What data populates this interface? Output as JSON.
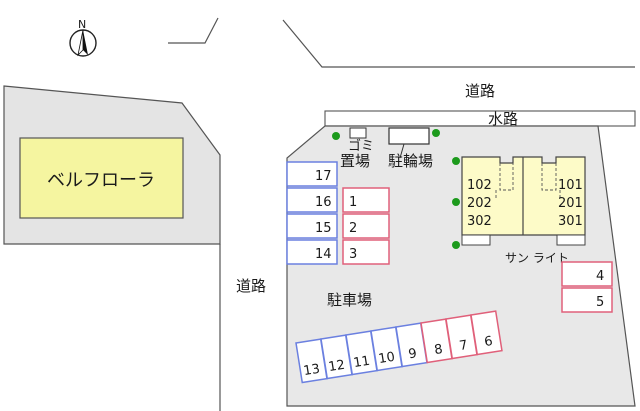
{
  "compass": {
    "label": "N",
    "icon": "north-arrow-icon"
  },
  "roads": {
    "top_road": "道路",
    "waterway": "水路",
    "left_road": "道路"
  },
  "neighbor_building": {
    "name": "ベルフローラ",
    "fill_color": "#f5f5a0"
  },
  "lot": {
    "parking_label": "駐車場"
  },
  "facilities": {
    "garbage_label_line1": "ゴミ",
    "garbage_label_line2": "置場",
    "bicycle_label": "駐輪場"
  },
  "building": {
    "name": "サン ライト",
    "fill_color": "#fdfbc8",
    "units_left": [
      "102",
      "202",
      "302"
    ],
    "units_right": [
      "101",
      "201",
      "301"
    ]
  },
  "parking": {
    "blue_color": "#6b80e0",
    "red_color": "#e0607a",
    "left_column_blue": [
      "17",
      "16",
      "15",
      "14"
    ],
    "left_column_red": [
      "1",
      "2",
      "3"
    ],
    "right_red": [
      "4",
      "5"
    ],
    "bottom_row": [
      "13",
      "12",
      "11",
      "10",
      "9",
      "8",
      "7",
      "6"
    ]
  },
  "tree_color": "#1c9a1c"
}
